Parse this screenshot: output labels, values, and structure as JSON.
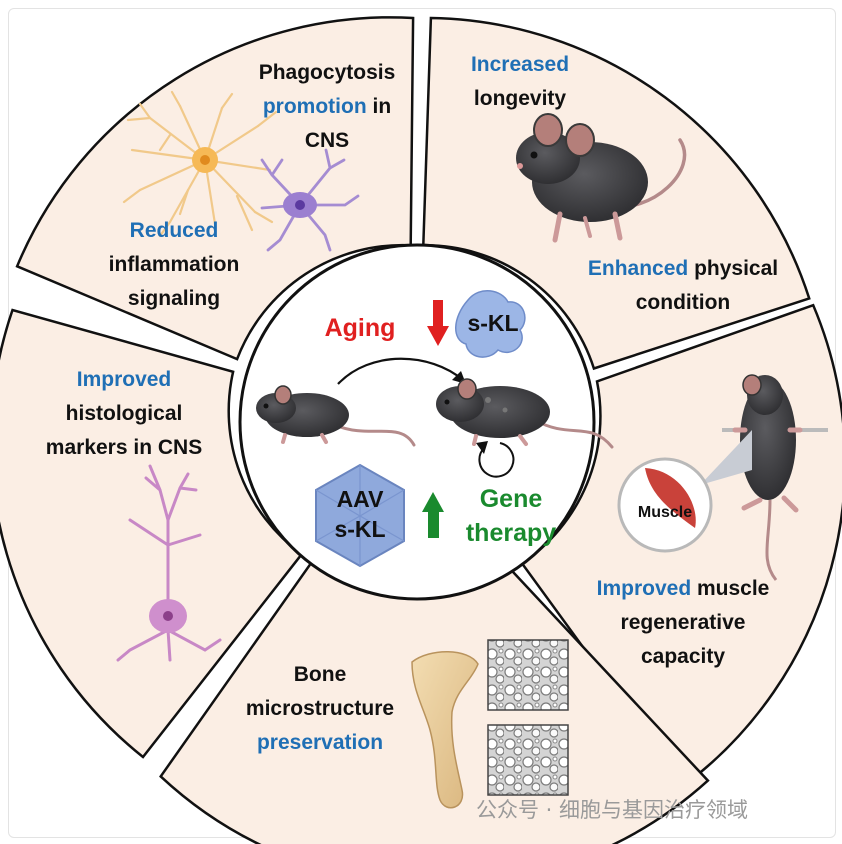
{
  "sectors": {
    "cns_phago": {
      "line1": "Phagocytosis",
      "line2_hl": "promotion",
      "line2_rest": " in",
      "line3": "CNS"
    },
    "inflam": {
      "line1_hl": "Reduced",
      "line2": "inflammation",
      "line3": "signaling"
    },
    "longevity": {
      "line1_hl": "Increased",
      "line2": "longevity"
    },
    "physical": {
      "line1_hl": "Enhanced",
      "line1_rest": " physical",
      "line2": "condition"
    },
    "histology": {
      "line1_hl": "Improved",
      "line2": "histological",
      "line3": "markers in CNS"
    },
    "muscle": {
      "line1_hl": "Improved",
      "line1_rest": " muscle",
      "line2": "regenerative",
      "line3": "capacity",
      "badge": "Muscle"
    },
    "bone": {
      "line1": "Bone",
      "line2": "microstructure",
      "line3_hl": "preservation"
    }
  },
  "center": {
    "aging": "Aging",
    "skl": "s-KL",
    "aav_line1": "AAV",
    "aav_line2": "s-KL",
    "gene_line1": "Gene",
    "gene_line2": "therapy"
  },
  "watermark": "公众号 · 细胞与基因治疗领域",
  "colors": {
    "sector_fill": "#fbeee4",
    "highlight_blue": "#1f6fb5",
    "aging_red": "#e02020",
    "gene_green": "#1a8a2e",
    "mouse_gray": "#3f3f42"
  }
}
